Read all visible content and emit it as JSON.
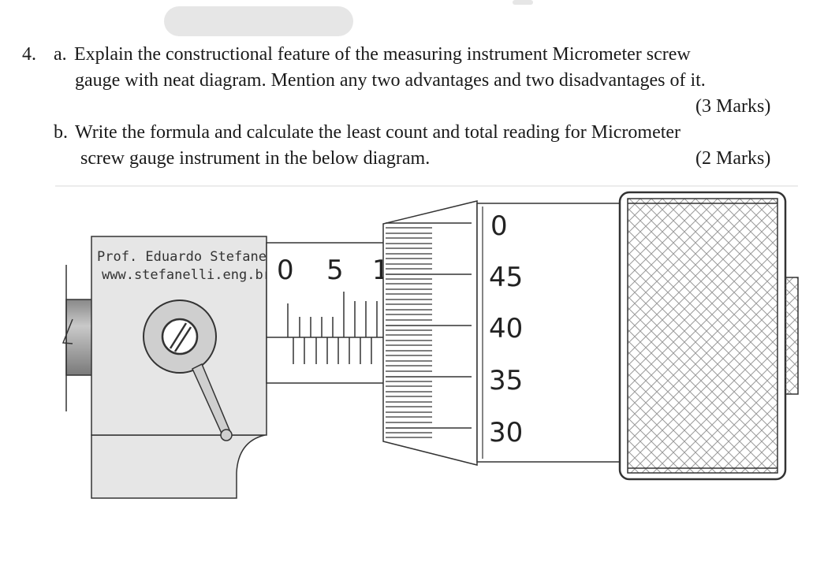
{
  "question": {
    "number": "4.",
    "part_a": {
      "label": "a.",
      "line1": "Explain the constructional feature of the measuring instrument Micrometer screw",
      "line2": "gauge with neat diagram. Mention any two advantages and two disadvantages of it.",
      "marks": "(3 Marks)"
    },
    "part_b": {
      "label": "b.",
      "line1": "Write the formula and calculate the least count and total reading for Micrometer",
      "line2": "screw gauge instrument in the below diagram.",
      "marks": "(2 Marks)"
    }
  },
  "diagram": {
    "watermark_name": "Prof. Eduardo Stefanelli",
    "watermark_url": "www.stefanelli.eng.br",
    "sleeve_labels": [
      "0",
      "5",
      "1"
    ],
    "thimble_labels": [
      "0",
      "45",
      "40",
      "35",
      "30"
    ],
    "colors": {
      "frame": "#e6e6e6",
      "outline": "#222222",
      "knurl": "#c8c8c8"
    }
  }
}
